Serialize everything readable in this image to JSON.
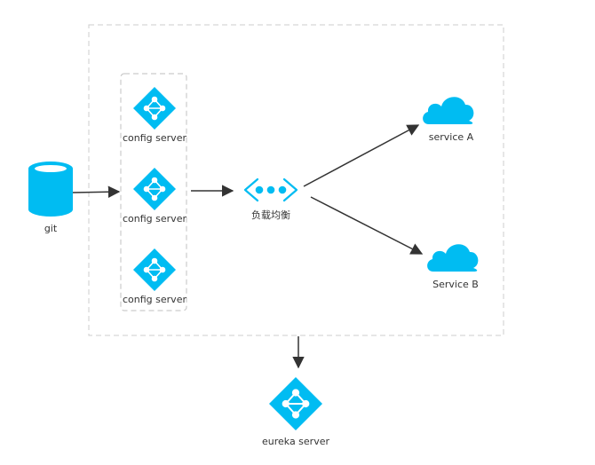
{
  "colors": {
    "icon_blue": "#00bcf2",
    "icon_white": "#ffffff",
    "dashed_border": "#cccccc",
    "arrow": "#333333",
    "text": "#333333"
  },
  "nodes": {
    "git": {
      "label": "git",
      "icon": "database-cylinder-icon"
    },
    "config_servers": [
      {
        "label": "config server",
        "icon": "network-diamond-icon"
      },
      {
        "label": "config server",
        "icon": "network-diamond-icon"
      },
      {
        "label": "config server",
        "icon": "network-diamond-icon"
      }
    ],
    "load_balancer": {
      "label": "负载均衡",
      "icon": "load-balancer-icon"
    },
    "service_a": {
      "label": "service A",
      "icon": "cloud-icon"
    },
    "service_b": {
      "label": "Service B",
      "icon": "cloud-icon"
    },
    "eureka": {
      "label": "eureka server",
      "icon": "network-diamond-icon"
    }
  }
}
